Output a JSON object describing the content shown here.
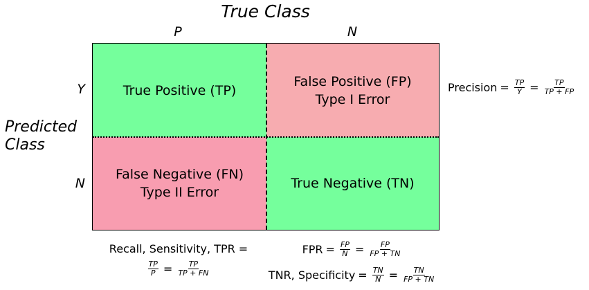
{
  "title": "True Class",
  "columns": [
    "P",
    "N"
  ],
  "rows": [
    "Y",
    "N"
  ],
  "predicted_label_line1": "Predicted",
  "predicted_label_line2": "Class",
  "cells": {
    "tp": {
      "line1": "True Positive (TP)"
    },
    "fp": {
      "line1": "False Positive (FP)",
      "line2": "Type I Error"
    },
    "fn": {
      "line1": "False Negative (FN)",
      "line2": "Type II Error"
    },
    "tn": {
      "line1": "True Negative (TN)"
    }
  },
  "colors": {
    "true_cell": "#75ff9c",
    "false_positive": "#f7acb0",
    "false_negative": "#f89db0"
  },
  "precision": {
    "label": "Precision",
    "f1_num": "TP",
    "f1_den": "Y",
    "f2_num": "TP",
    "f2_den": "TP + FP"
  },
  "recall": {
    "label": "Recall, Sensitivity, TPR =",
    "f1_num": "TP",
    "f1_den": "P",
    "f2_num": "TP",
    "f2_den": "TP + FN"
  },
  "fpr": {
    "label": "FPR",
    "f1_num": "FP",
    "f1_den": "N",
    "f2_num": "FP",
    "f2_den": "FP + TN"
  },
  "tnr": {
    "label": "TNR, Specificity",
    "f1_num": "TN",
    "f1_den": "N",
    "f2_num": "TN",
    "f2_den": "FP + TN"
  },
  "equals": "="
}
